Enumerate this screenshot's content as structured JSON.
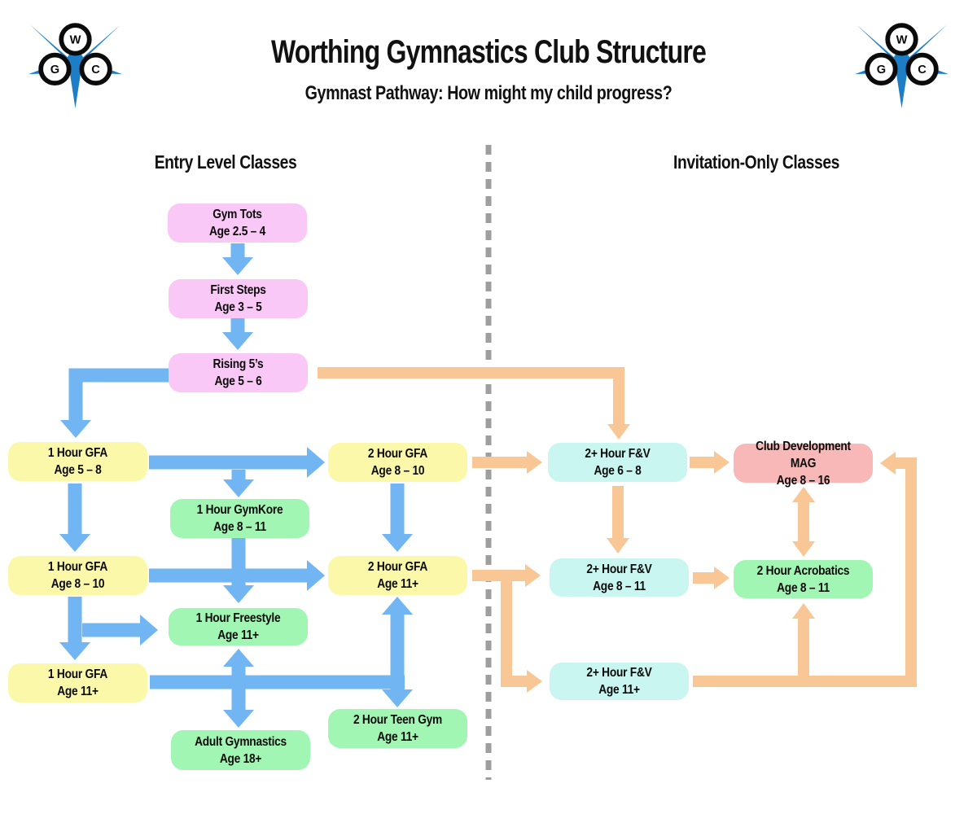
{
  "header": {
    "title": "Worthing Gymnastics Club Structure",
    "subtitle": "Gymnast Pathway: How might my child progress?"
  },
  "logo": {
    "w": "W",
    "g": "G",
    "c": "C"
  },
  "sections": {
    "left": "Entry Level Classes",
    "right": "Invitation-Only Classes"
  },
  "colors": {
    "entry_toddler_pink": "#FAC8F6",
    "gfa_yellow": "#FBF9A9",
    "recreational_green": "#A2F6B4",
    "fv_cyan": "#C9F6F0",
    "mag_salmon": "#F8B8B7",
    "entry_arrow_blue": "#72B5F3",
    "invite_arrow_orange": "#F8C795",
    "divider_gray": "#9E9E9E",
    "logo_blue": "#1D7EC5"
  },
  "nodes": {
    "gym_tots": {
      "title": "Gym Tots",
      "age": "Age 2.5 – 4"
    },
    "first_steps": {
      "title": "First Steps",
      "age": "Age 3 – 5"
    },
    "rising_5s": {
      "title": "Rising 5’s",
      "age": "Age 5 – 6"
    },
    "gfa_5_8": {
      "title": "1 Hour GFA",
      "age": "Age 5 – 8"
    },
    "gymkore": {
      "title": "1 Hour GymKore",
      "age": "Age 8 – 11"
    },
    "gfa_8_10": {
      "title": "1 Hour GFA",
      "age": "Age 8 – 10"
    },
    "gfa2_8_10": {
      "title": "2 Hour GFA",
      "age": "Age 8 – 10"
    },
    "gfa2_11": {
      "title": "2 Hour GFA",
      "age": "Age 11+"
    },
    "freestyle": {
      "title": "1 Hour Freestyle",
      "age": "Age 11+"
    },
    "gfa_11": {
      "title": "1 Hour GFA",
      "age": "Age 11+"
    },
    "adult": {
      "title": "Adult Gymnastics",
      "age": "Age 18+"
    },
    "teen_gym": {
      "title": "2 Hour Teen Gym",
      "age": "Age 11+"
    },
    "fv_6_8": {
      "title": "2+ Hour F&V",
      "age": "Age 6 – 8"
    },
    "mag": {
      "title": "Club Development MAG",
      "age": "Age 8 – 16"
    },
    "fv_8_11": {
      "title": "2+ Hour F&V",
      "age": "Age 8 – 11"
    },
    "acro": {
      "title": "2 Hour Acrobatics",
      "age": "Age 8 – 11"
    },
    "fv_11": {
      "title": "2+ Hour F&V",
      "age": "Age 11+"
    }
  },
  "edges": [
    {
      "from": "gym_tots",
      "to": "first_steps",
      "color": "blue"
    },
    {
      "from": "first_steps",
      "to": "rising_5s",
      "color": "blue"
    },
    {
      "from": "rising_5s",
      "to": "gfa_5_8",
      "color": "blue"
    },
    {
      "from": "gfa_5_8",
      "to": "gfa2_8_10",
      "color": "blue"
    },
    {
      "from": "gfa_5_8",
      "to": "gymkore",
      "color": "blue"
    },
    {
      "from": "gfa_5_8",
      "to": "gfa_8_10",
      "color": "blue"
    },
    {
      "from": "gfa_8_10",
      "to": "gfa2_11",
      "color": "blue"
    },
    {
      "from": "gymkore",
      "to": "freestyle",
      "color": "blue"
    },
    {
      "from": "gfa_8_10",
      "to": "freestyle",
      "color": "blue"
    },
    {
      "from": "gfa_8_10",
      "to": "gfa_11",
      "color": "blue"
    },
    {
      "from": "gfa2_8_10",
      "to": "gfa2_11",
      "color": "blue"
    },
    {
      "from": "gfa_11",
      "to": "gfa2_11",
      "color": "blue"
    },
    {
      "from": "gfa_11",
      "to": "teen_gym",
      "color": "blue"
    },
    {
      "from": "gfa_11",
      "to": "freestyle",
      "color": "blue"
    },
    {
      "from": "gfa_11",
      "to": "adult",
      "color": "blue"
    },
    {
      "from": "rising_5s",
      "to": "fv_6_8",
      "color": "orange"
    },
    {
      "from": "gfa2_8_10",
      "to": "fv_6_8",
      "color": "orange"
    },
    {
      "from": "fv_6_8",
      "to": "mag",
      "color": "orange"
    },
    {
      "from": "fv_6_8",
      "to": "fv_8_11",
      "color": "orange"
    },
    {
      "from": "mag",
      "to": "acro",
      "color": "orange",
      "bidirectional": true
    },
    {
      "from": "fv_8_11",
      "to": "acro",
      "color": "orange"
    },
    {
      "from": "gfa2_11",
      "to": "fv_8_11",
      "color": "orange"
    },
    {
      "from": "gfa2_11",
      "to": "fv_11",
      "color": "orange"
    },
    {
      "from": "fv_8_11",
      "to": "fv_11",
      "color": "orange"
    },
    {
      "from": "fv_11",
      "to": "acro",
      "color": "orange"
    },
    {
      "from": "fv_11",
      "to": "mag",
      "color": "orange"
    }
  ]
}
